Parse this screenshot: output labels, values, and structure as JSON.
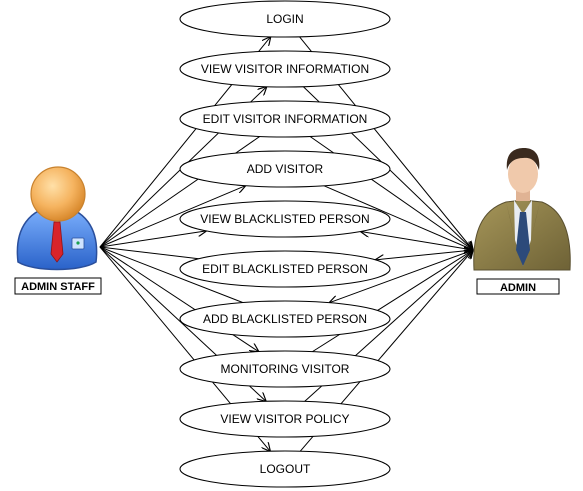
{
  "actors": {
    "left": {
      "label": "ADMIN STAFF",
      "icon": "admin-staff-avatar-icon"
    },
    "right": {
      "label": "ADMIN",
      "icon": "admin-businessman-icon"
    }
  },
  "use_cases": [
    {
      "id": "login",
      "label": "LOGIN",
      "staff_arrow": "to-usecase",
      "admin_arrow": "to-actor"
    },
    {
      "id": "view-visitor-information",
      "label": "VIEW VISITOR INFORMATION",
      "staff_arrow": "to-usecase",
      "admin_arrow": "to-actor"
    },
    {
      "id": "edit-visitor-information",
      "label": "EDIT VISITOR INFORMATION",
      "staff_arrow": "none",
      "admin_arrow": "to-actor"
    },
    {
      "id": "add-visitor",
      "label": "ADD VISITOR",
      "staff_arrow": "to-usecase",
      "admin_arrow": "to-actor"
    },
    {
      "id": "view-blacklisted-person",
      "label": "VIEW BLACKLISTED PERSON",
      "staff_arrow": "to-usecase",
      "admin_arrow": "to-usecase"
    },
    {
      "id": "edit-blacklisted-person",
      "label": "EDIT BLACKLISTED PERSON",
      "staff_arrow": "none",
      "admin_arrow": "to-usecase"
    },
    {
      "id": "add-blacklisted-person",
      "label": "ADD BLACKLISTED PERSON",
      "staff_arrow": "none",
      "admin_arrow": "to-usecase"
    },
    {
      "id": "monitoring-visitor",
      "label": "MONITORING VISITOR",
      "staff_arrow": "to-usecase",
      "admin_arrow": "to-actor"
    },
    {
      "id": "view-visitor-policy",
      "label": "VIEW VISITOR POLICY",
      "staff_arrow": "to-usecase",
      "admin_arrow": "to-actor"
    },
    {
      "id": "logout",
      "label": "LOGOUT",
      "staff_arrow": "to-usecase",
      "admin_arrow": "to-actor"
    }
  ],
  "colors": {
    "line": "#000000",
    "ellipse_fill": "#ffffff",
    "staff_face": "#f5b35f",
    "staff_shirt": "#3f7fe0",
    "staff_tie": "#d8242a",
    "admin_suit": "#8f8148",
    "admin_tie": "#2c4a7a"
  }
}
